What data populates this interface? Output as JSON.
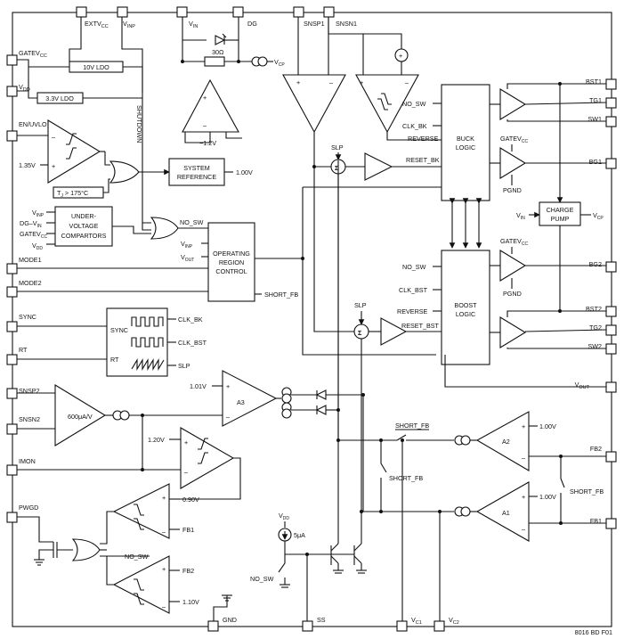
{
  "pins": {
    "extvcc": "EXTV",
    "extvcc_sub": "CC",
    "vinp": "V",
    "vinp_sub": "INP",
    "vin": "V",
    "vin_sub": "IN",
    "dg": "DG",
    "snsp1": "SNSP1",
    "snsn1": "SNSN1",
    "gatevcc": "GATEV",
    "gatevcc_sub": "CC",
    "vdd": "V",
    "vdd_sub": "DD",
    "en_uvlo": "EN/UVLO",
    "mode1": "MODE1",
    "mode2": "MODE2",
    "sync": "SYNC",
    "rt": "RT",
    "snsp2": "SNSP2",
    "snsn2": "SNSN2",
    "imon": "IMON",
    "pwgd": "PWGD",
    "gnd": "GND",
    "ss": "SS",
    "vc1": "V",
    "vc1_sub": "C1",
    "vc2": "V",
    "vc2_sub": "C2",
    "bst1": "BST1",
    "tg1": "TG1",
    "sw1": "SW1",
    "bg1": "BG1",
    "bg2": "BG2",
    "bst2": "BST2",
    "tg2": "TG2",
    "sw2": "SW2",
    "vout": "V",
    "vout_sub": "OUT",
    "fb2": "FB2",
    "fb1": "FB1"
  },
  "blocks": {
    "ldo10": "10V LDO",
    "ldo33": "3.3V LDO",
    "system_reference": [
      "SYSTEM",
      "REFERENCE"
    ],
    "uvc": [
      "UNDER-",
      "VOLTAGE",
      "COMPARTORS"
    ],
    "orc": [
      "OPERATING",
      "REGION",
      "CONTROL"
    ],
    "buck_logic": [
      "BUCK",
      "LOGIC"
    ],
    "boost_logic": [
      "BOOST",
      "LOGIC"
    ],
    "charge_pump": [
      "CHARGE",
      "PUMP"
    ]
  },
  "labels": {
    "shutdown": "SHUTDOWN",
    "v135": "1.35V",
    "tj": "T",
    "tj_sub": "J",
    "tj_rest": " > 175°C",
    "v100_ref": "1.00V",
    "r30": "30Ω",
    "vcp": "V",
    "vcp_sub": "CP",
    "m12": "−1.2V",
    "slp": "SLP",
    "sigma": "Σ",
    "no_sw": "NO_SW",
    "clk_bk": "CLK_BK",
    "clk_bst": "CLK_BST",
    "reverse": "REVERSE",
    "reset_bk": "RESET_BK",
    "reset_bst": "RESET_BST",
    "short_fb": "SHORT_FB",
    "pgnd": "PGND",
    "uv_in_vinp": "V",
    "uv_in_vinp_sub": "INP",
    "uv_in_dg": "DG–V",
    "uv_in_dg_sub": "IN",
    "uv_in_gatevcc": "GATEV",
    "uv_in_gatevcc_sub": "CC",
    "uv_in_vdd": "V",
    "uv_in_vdd_sub": "DD",
    "orc_vinp": "V",
    "orc_vinp_sub": "INP",
    "orc_vout": "V",
    "orc_vout_sub": "OUT",
    "osc_sync": "SYNC",
    "osc_rt": "RT",
    "gm": "600μA/V",
    "v101": "1.01V",
    "a3": "A3",
    "v120": "1.20V",
    "v090": "0.90V",
    "v110": "1.10V",
    "fb1": "FB1",
    "fb2": "FB2",
    "a1": "A1",
    "a2": "A2",
    "v100_a1": "1.00V",
    "v100_a2": "1.00V",
    "ua5": "5μA",
    "vin_cp": "V",
    "vin_cp_sub": "IN",
    "vcp_out": "V",
    "vcp_out_sub": "CP",
    "plus": "+",
    "minus": "–",
    "fig": "8016 BD F01"
  }
}
